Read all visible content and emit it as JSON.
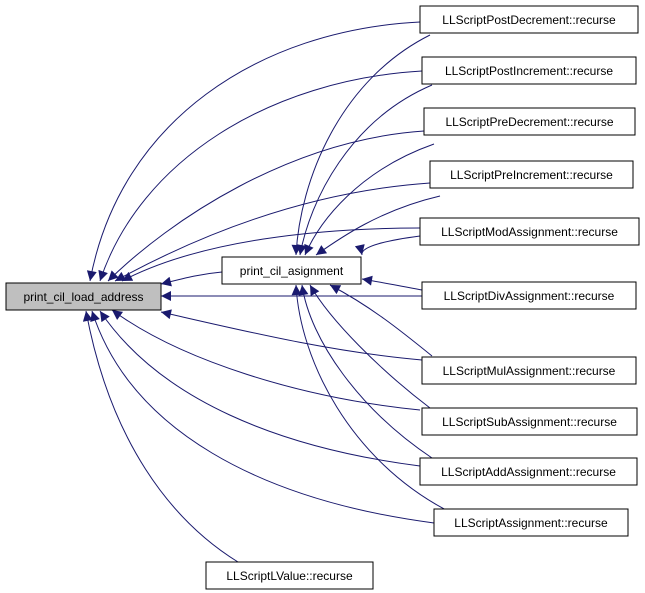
{
  "colors": {
    "edge": "#1a1a6e",
    "arrowhead": "#1a1a6e",
    "focus_node_fill": "#bfbfbf",
    "node_fill": "#ffffff",
    "node_border": "#000000"
  },
  "nodes": {
    "focus": {
      "label": "print_cil_load_address"
    },
    "asignment": {
      "label": "print_cil_asignment"
    },
    "post_dec": {
      "label": "LLScriptPostDecrement::recurse"
    },
    "post_inc": {
      "label": "LLScriptPostIncrement::recurse"
    },
    "pre_dec": {
      "label": "LLScriptPreDecrement::recurse"
    },
    "pre_inc": {
      "label": "LLScriptPreIncrement::recurse"
    },
    "mod_assign": {
      "label": "LLScriptModAssignment::recurse"
    },
    "div_assign": {
      "label": "LLScriptDivAssignment::recurse"
    },
    "mul_assign": {
      "label": "LLScriptMulAssignment::recurse"
    },
    "sub_assign": {
      "label": "LLScriptSubAssignment::recurse"
    },
    "add_assign": {
      "label": "LLScriptAddAssignment::recurse"
    },
    "assignment": {
      "label": "LLScriptAssignment::recurse"
    },
    "lvalue": {
      "label": "LLScriptLValue::recurse"
    }
  }
}
